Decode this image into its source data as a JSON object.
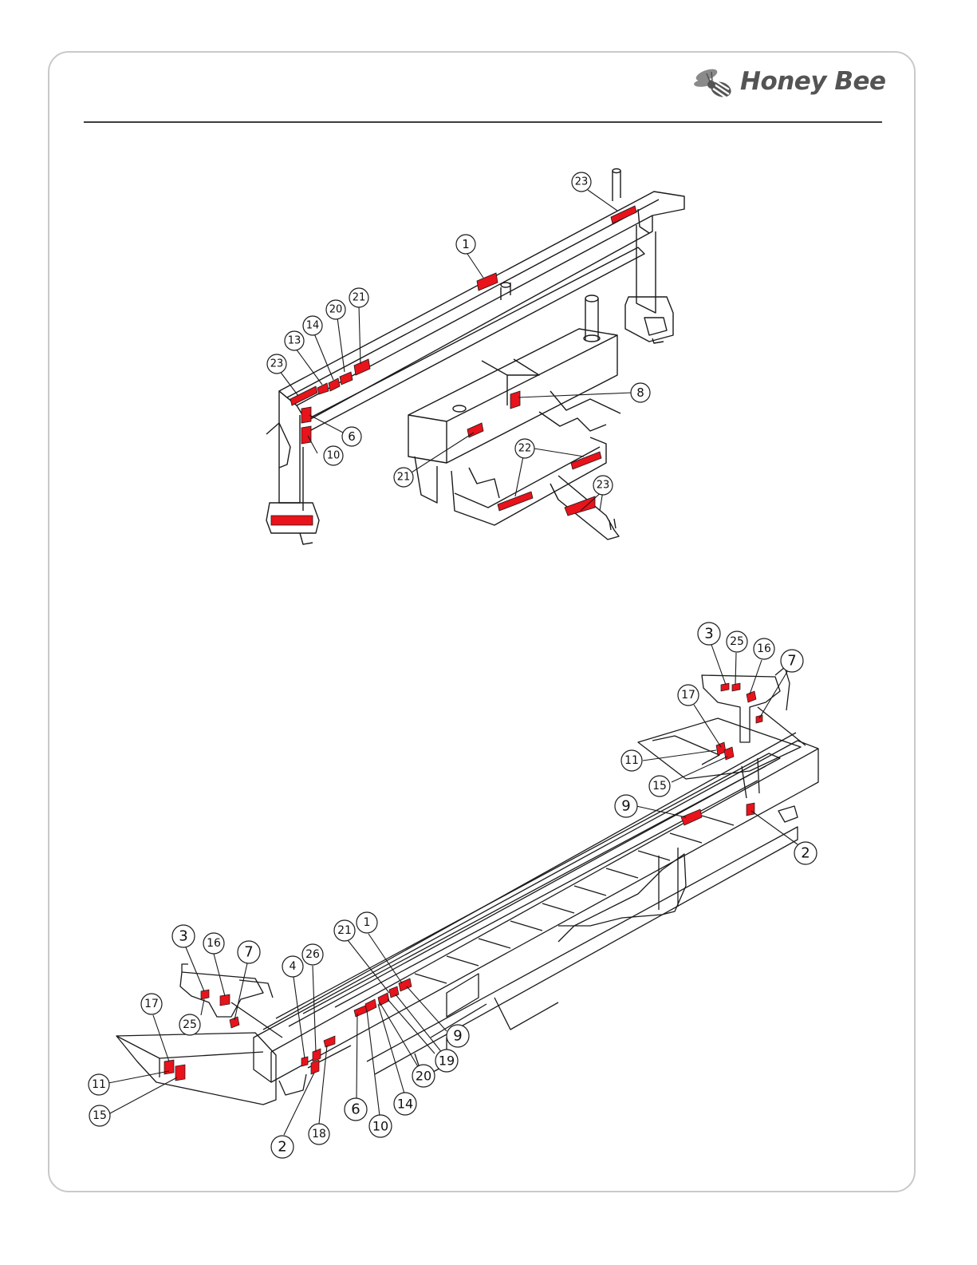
{
  "brand": {
    "name": "Honey Bee",
    "logo_icon": "bee-icon"
  },
  "colors": {
    "decal": "#e8131b",
    "line": "#1a1a1a",
    "frame": "#c9c9c9",
    "rule": "#3c3c3c",
    "logo": "#545454"
  },
  "figure_top": {
    "callouts": [
      "23",
      "1",
      "21",
      "20",
      "14",
      "13",
      "23",
      "8",
      "6",
      "10",
      "21",
      "22",
      "23"
    ]
  },
  "figure_bottom": {
    "callouts": [
      "3",
      "25",
      "16",
      "7",
      "17",
      "11",
      "15",
      "9",
      "2",
      "3",
      "16",
      "7",
      "4",
      "26",
      "21",
      "1",
      "17",
      "25",
      "9",
      "19",
      "20",
      "11",
      "15",
      "2",
      "18",
      "6",
      "10",
      "14"
    ]
  }
}
